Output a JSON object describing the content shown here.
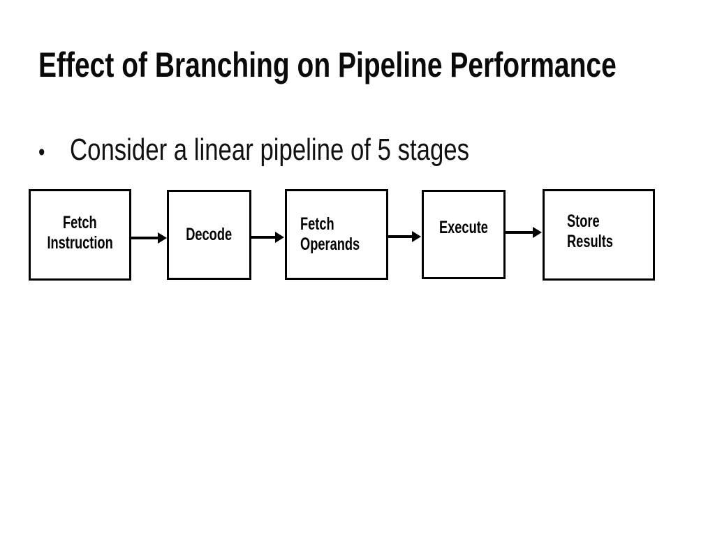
{
  "slide": {
    "title": "Effect of Branching on Pipeline Performance",
    "bullet": {
      "marker": "•",
      "text": "Consider a linear pipeline of 5 stages"
    },
    "pipeline": {
      "stages": [
        {
          "label": "Fetch Instruction",
          "lines": [
            "Fetch",
            "Instruction"
          ]
        },
        {
          "label": "Decode",
          "lines": [
            "Decode"
          ]
        },
        {
          "label": "Fetch Operands",
          "lines": [
            "Fetch",
            "Operands"
          ]
        },
        {
          "label": "Execute",
          "lines": [
            "Execute"
          ]
        },
        {
          "label": "Store Results",
          "lines": [
            "Store",
            "Results"
          ]
        }
      ],
      "connector": "arrow-right"
    },
    "colors": {
      "background": "#ffffff",
      "text": "#0a0a0a",
      "box_border": "#000000",
      "arrow": "#000000"
    }
  }
}
